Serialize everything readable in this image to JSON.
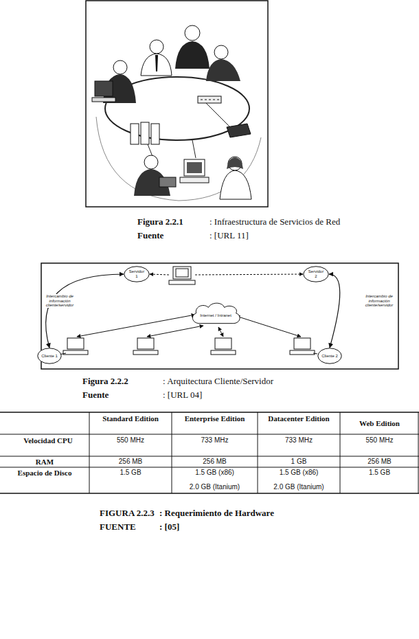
{
  "diagram": {
    "nodes": [
      {
        "text": [
          "Servidor 1"
        ]
      },
      {
        "text": [
          "Servidor 2"
        ]
      },
      {
        "text": [
          "Internet / Intranet"
        ]
      },
      {
        "text": [
          "Cliente 1"
        ]
      },
      {
        "text": [
          "Cliente 2"
        ]
      }
    ],
    "edges": [
      {
        "from": 3,
        "to": 0,
        "arrow": "both",
        "label": "Intercambio de información cliente/servidor"
      },
      {
        "from": 4,
        "to": 1,
        "arrow": "both",
        "label": "Intercambio de información cliente/servidor"
      }
    ],
    "labels": [
      "Figura 2.2.1",
      ": Infraestructura de Servicios de Red",
      "Fuente",
      ": [URL 11]",
      "Figura 2.2.2",
      ": Arquitectura Cliente/Servidor",
      "Fuente",
      ": [URL 04]",
      "Standard Edition",
      "Enterprise Edition",
      "Datacenter Edition",
      "Web Edition",
      "Velocidad CPU",
      "550 MHz",
      "733 MHz",
      "733 MHz",
      "550 MHz",
      "RAM",
      "256 MB",
      "256 MB",
      "1 GB",
      "256 MB",
      "Espacio de Disco",
      "1.5 GB",
      "1.5 GB (x86)",
      "2.0 GB (Itanium)",
      "1.5 GB (x86)",
      "2.0 GB (Itanium)",
      "1.5 GB",
      "FIGURA 2.2.3",
      ": Requerimiento de Hardware",
      "FUENTE",
      ": [05]"
    ]
  }
}
